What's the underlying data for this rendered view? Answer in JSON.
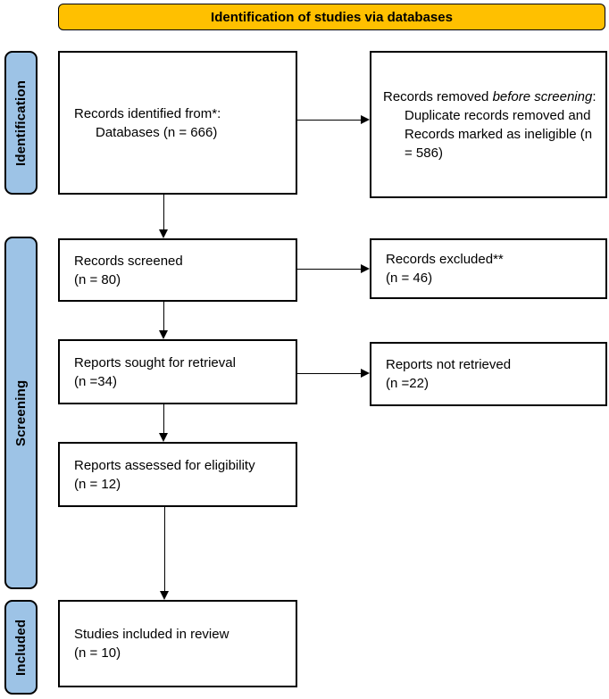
{
  "banner": {
    "title": "Identification of studies via databases"
  },
  "sidebar": {
    "identification": "Identification",
    "screening": "Screening",
    "included": "Included"
  },
  "boxes": {
    "identified": {
      "line1": "Records identified from*:",
      "line2": "Databases (n = 666)"
    },
    "removed": {
      "line1_normal": "Records removed ",
      "line1_italic": "before screening",
      "line1_colon": ":",
      "line2": "Duplicate records removed and Records marked as ineligible (n = 586)"
    },
    "screened": {
      "line1": "Records screened",
      "line2": "(n = 80)"
    },
    "excluded": {
      "line1": "Records excluded**",
      "line2": "(n = 46)"
    },
    "sought": {
      "line1": "Reports sought for retrieval",
      "line2": "(n =34)"
    },
    "not_retrieved": {
      "line1": "Reports not retrieved",
      "line2": "(n =22)"
    },
    "assessed": {
      "line1": "Reports assessed for eligibility",
      "line2": "(n = 12)"
    },
    "included_studies": {
      "line1": "Studies included in review",
      "line2": "(n = 10)"
    }
  },
  "colors": {
    "banner_fill": "#FFC000",
    "sidebar_fill": "#9DC3E6",
    "line": "#000000"
  }
}
